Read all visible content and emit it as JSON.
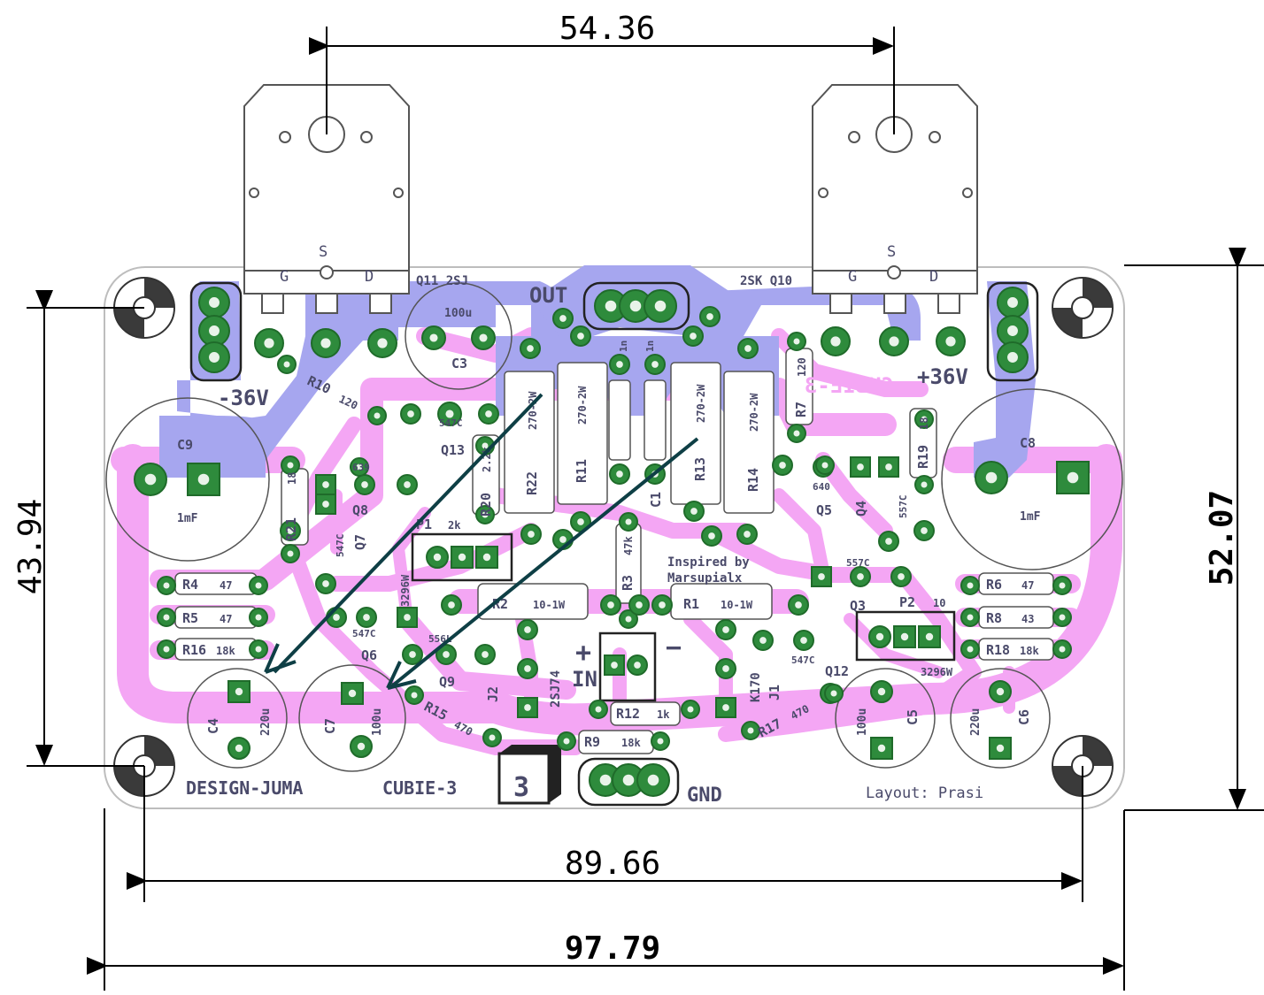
{
  "dimensions": {
    "top_width": "54.36",
    "left_height": "43.94",
    "right_height": "52.07",
    "hole_spacing": "89.66",
    "board_width": "97.79"
  },
  "board": {
    "title_left": "DESIGN-JUMA",
    "title_mid": "CUBIE-3",
    "badge": "3",
    "layout_credit": "Layout: Prasi",
    "inspired": [
      "Inspired by",
      "Marsupialx"
    ],
    "mirror_text": "CUBIE-3",
    "out_label": "OUT",
    "in_label": "IN",
    "gnd_label": "GND",
    "plus_label": "+",
    "minus_label": "−",
    "neg_supply": "-36V",
    "pos_supply": "+36V",
    "q11": "Q11 2SJ",
    "q10": "2SK Q10",
    "pins_left": [
      "G",
      "S",
      "D"
    ],
    "pins_right": [
      "G",
      "S",
      "D"
    ]
  },
  "components": {
    "c9": "C9",
    "c9_val": "1mF",
    "c8": "C8",
    "c8_val": "1mF",
    "c3": "C3",
    "c3_val": "100u",
    "c4": "C4",
    "c4_val": "220u",
    "c7": "C7",
    "c7_val": "100u",
    "c5": "C5",
    "c5_val": "100u",
    "c6": "C6",
    "c6_val": "220u",
    "c1": "C1",
    "c1_val": "1n",
    "c2_val": "1n",
    "r10": "R10",
    "r10_val": "120",
    "r21": "R21",
    "r21_val": "18",
    "r20": "R20",
    "r20_val": "2.2k",
    "r22": "R22",
    "r22_val": "270-2W",
    "r11": "R11",
    "r11_val": "270-2W",
    "r13": "R13",
    "r13_val": "270-2W",
    "r14": "R14",
    "r14_val": "270-2W",
    "r7": "R7",
    "r7_val": "120",
    "r19": "R19",
    "r19_val": "18",
    "r3": "R3",
    "r3_val": "47k",
    "r2": "R2",
    "r2_val": "10-1W",
    "r1": "R1",
    "r1_val": "10-1W",
    "r4": "R4",
    "r4_val": "47",
    "r5": "R5",
    "r5_val": "47",
    "r16": "R16",
    "r16_val": "18k",
    "r6": "R6",
    "r6_val": "47",
    "r8": "R8",
    "r8_val": "43",
    "r18": "R18",
    "r18_val": "18k",
    "r15": "R15",
    "r15_val": "470",
    "r17": "R17",
    "r17_val": "470",
    "r12": "R12",
    "r12_val": "1k",
    "r9": "R9",
    "r9_val": "18k",
    "p1": "P1",
    "p1_val": "2k",
    "p1_type": "3296W",
    "p2": "P2",
    "p2_val": "10",
    "p2_type": "3296W",
    "q13": "Q13",
    "q13_val": "547C",
    "q8": "Q8",
    "q8_val": "639",
    "q7": "Q7",
    "q7_val": "547C",
    "q6": "Q6",
    "q6_val": "547C",
    "q9": "Q9",
    "q9_val": "556L",
    "q5": "Q5",
    "q5_val": "640",
    "q4": "Q4",
    "q4_val": "557C",
    "q3": "Q3",
    "q3_val": "557C",
    "q12": "Q12",
    "q12_val": "547C",
    "j2": "J2",
    "j2_val": "2SJ74",
    "j1": "J1",
    "j1_val": "K170"
  },
  "colors": {
    "copper": "#f4a6f4",
    "pour": "#a6a6ef",
    "pad": "#2e8b3c",
    "silk": "#4a4a6a",
    "arrow": "#0e3f45"
  }
}
